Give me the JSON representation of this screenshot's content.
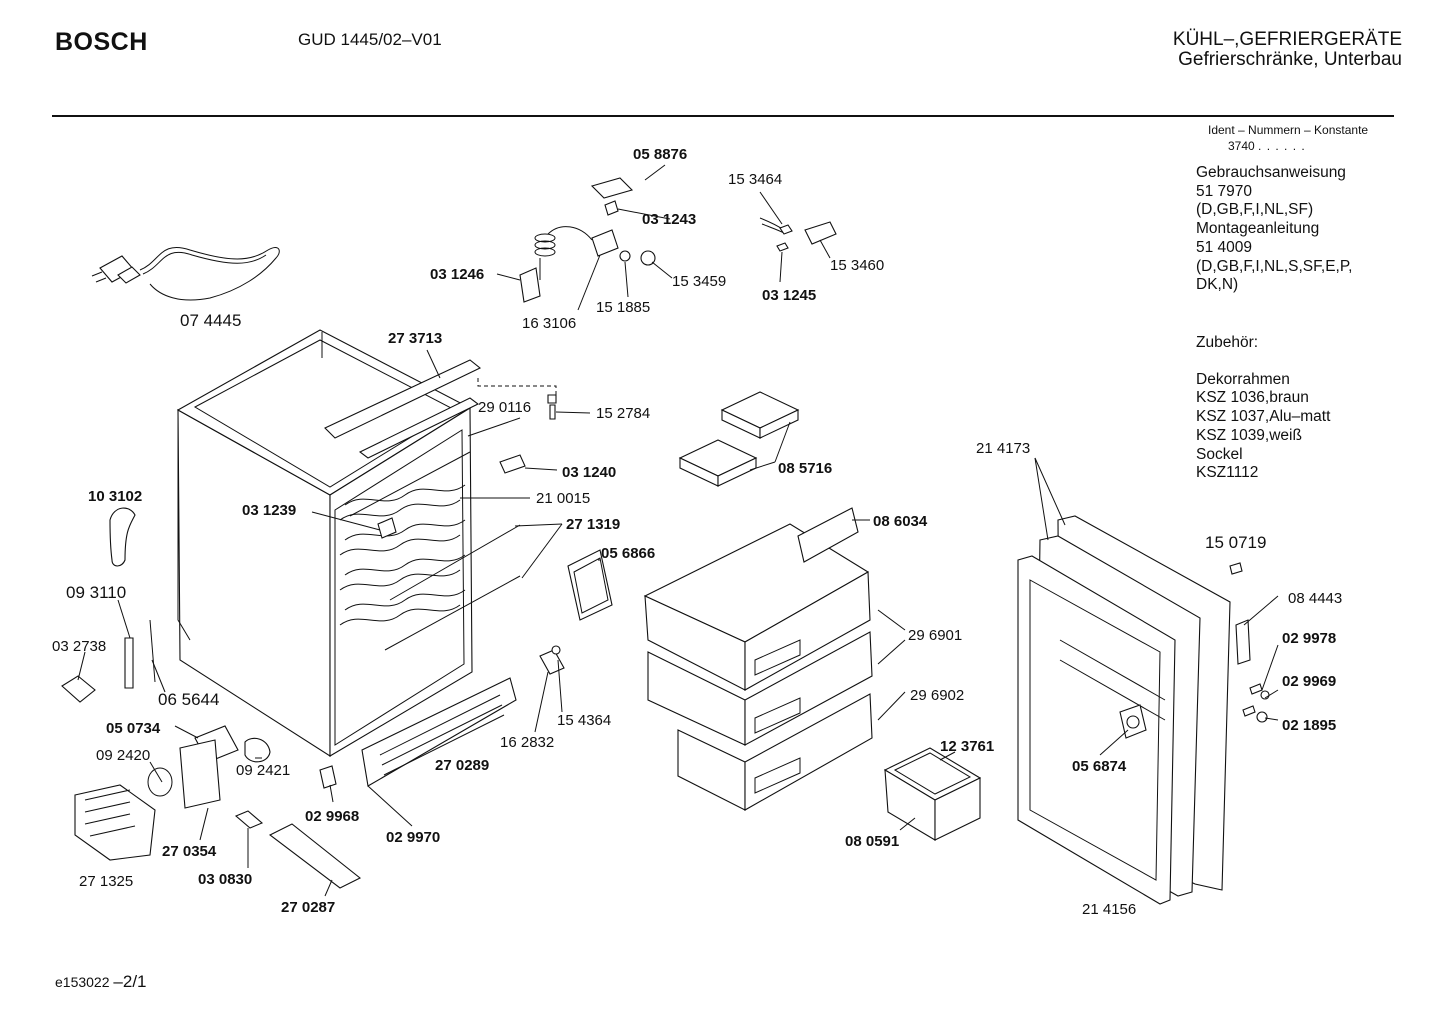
{
  "header": {
    "brand": "BOSCH",
    "model": "GUD 1445/02–V01",
    "category_line1": "KÜHL–,GEFRIERGERÄTE",
    "category_line2": "Gefrierschränke, Unterbau"
  },
  "sidebar": {
    "ident_label": "Ident – Nummern – Konstante",
    "ident_value": "3740",
    "ident_dots": ". .   . . . .",
    "info_lines": [
      "Gebrauchsanweisung",
      "51 7970",
      "(D,GB,F,I,NL,SF)",
      "Montageanleitung",
      "51 4009",
      "(D,GB,F,I,NL,S,SF,E,P,",
      "DK,N)"
    ],
    "accessories_title": "Zubehör:",
    "accessory_lines": [
      "Dekorrahmen",
      "KSZ 1036,braun",
      "KSZ 1037,Alu–matt",
      "KSZ 1039,weiß",
      "Sockel",
      "KSZ1112"
    ]
  },
  "diagram": {
    "parts": [
      {
        "label": "05 8876",
        "bold": true
      },
      {
        "label": "03 1243",
        "bold": true
      },
      {
        "label": "15 3464",
        "bold": false
      },
      {
        "label": "15 3460",
        "bold": false
      },
      {
        "label": "03 1246",
        "bold": true
      },
      {
        "label": "15 3459",
        "bold": false
      },
      {
        "label": "03 1245",
        "bold": true
      },
      {
        "label": "15 1885",
        "bold": false
      },
      {
        "label": "16 3106",
        "bold": false
      },
      {
        "label": "07 4445",
        "bold": false
      },
      {
        "label": "27 3713",
        "bold": true
      },
      {
        "label": "29 0116",
        "bold": false
      },
      {
        "label": "15 2784",
        "bold": false
      },
      {
        "label": "03 1240",
        "bold": true
      },
      {
        "label": "08 5716",
        "bold": true
      },
      {
        "label": "10 3102",
        "bold": true
      },
      {
        "label": "21 0015",
        "bold": false
      },
      {
        "label": "03 1239",
        "bold": true
      },
      {
        "label": "27 1319",
        "bold": true
      },
      {
        "label": "08 6034",
        "bold": true
      },
      {
        "label": "21 4173",
        "bold": false
      },
      {
        "label": "05 6866",
        "bold": true
      },
      {
        "label": "15 0719",
        "bold": false
      },
      {
        "label": "09 3110",
        "bold": false
      },
      {
        "label": "03 2738",
        "bold": false
      },
      {
        "label": "08 4443",
        "bold": false
      },
      {
        "label": "29 6901",
        "bold": false
      },
      {
        "label": "02 9978",
        "bold": true
      },
      {
        "label": "06 5644",
        "bold": false
      },
      {
        "label": "02 9969",
        "bold": true
      },
      {
        "label": "29 6902",
        "bold": false
      },
      {
        "label": "05 0734",
        "bold": true
      },
      {
        "label": "15 4364",
        "bold": false
      },
      {
        "label": "02 1895",
        "bold": true
      },
      {
        "label": "09 2420",
        "bold": false
      },
      {
        "label": "16 2832",
        "bold": false
      },
      {
        "label": "12 3761",
        "bold": true
      },
      {
        "label": "09 2421",
        "bold": false
      },
      {
        "label": "27 0289",
        "bold": true
      },
      {
        "label": "05 6874",
        "bold": true
      },
      {
        "label": "02 9968",
        "bold": true
      },
      {
        "label": "02 9970",
        "bold": true
      },
      {
        "label": "08 0591",
        "bold": true
      },
      {
        "label": "27 0354",
        "bold": true
      },
      {
        "label": "27 1325",
        "bold": false
      },
      {
        "label": "03 0830",
        "bold": true
      },
      {
        "label": "27 0287",
        "bold": true
      },
      {
        "label": "21 4156",
        "bold": false
      }
    ]
  },
  "footer": {
    "code": "e153022",
    "suffix": "–2/1"
  }
}
